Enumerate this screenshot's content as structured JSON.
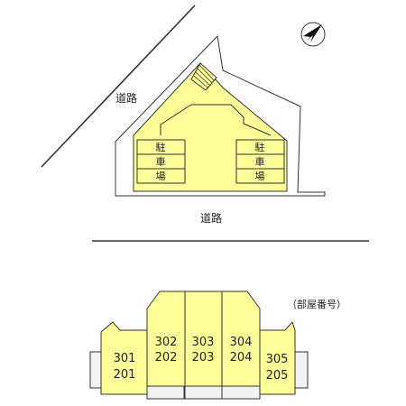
{
  "site": {
    "road_top_label": "道路",
    "road_bottom_label": "道路",
    "parking_left": [
      "駐",
      "車",
      "場"
    ],
    "parking_right": [
      "駐",
      "車",
      "場"
    ],
    "compass_icon": "north-arrow-icon"
  },
  "floor_plan": {
    "legend": "（部屋番号）",
    "units": [
      {
        "upper": "301",
        "lower": "201"
      },
      {
        "upper": "302",
        "lower": "202"
      },
      {
        "upper": "303",
        "lower": "203"
      },
      {
        "upper": "304",
        "lower": "204"
      },
      {
        "upper": "305",
        "lower": "205"
      }
    ]
  },
  "colors": {
    "building_fill": "#ffff99",
    "stroke": "#333333",
    "balcony_fill": "#f2f2f2"
  }
}
